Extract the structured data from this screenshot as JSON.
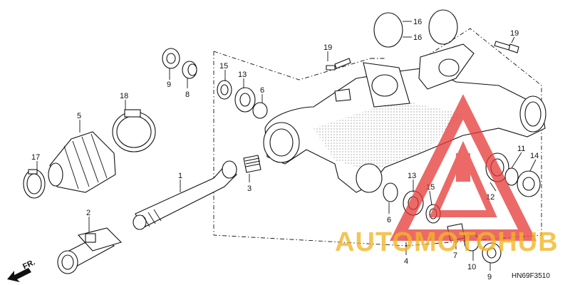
{
  "callouts": {
    "c1": "1",
    "c2": "2",
    "c3": "3",
    "c4": "4",
    "c5": "5",
    "c6a": "6",
    "c6b": "6",
    "c7": "7",
    "c8": "8",
    "c9a": "9",
    "c9b": "9",
    "c10": "10",
    "c11": "11",
    "c12": "12",
    "c13a": "13",
    "c13b": "13",
    "c14": "14",
    "c15a": "15",
    "c15b": "15",
    "c16a": "16",
    "c16b": "16",
    "c17": "17",
    "c18": "18",
    "c19a": "19",
    "c19b": "19"
  },
  "direction_label": "FR.",
  "diagram_code": "HN69F3510",
  "watermark": {
    "text": "AUTOMOTOHUB",
    "color": "#f2b62a",
    "logo_color": "#e53935"
  }
}
